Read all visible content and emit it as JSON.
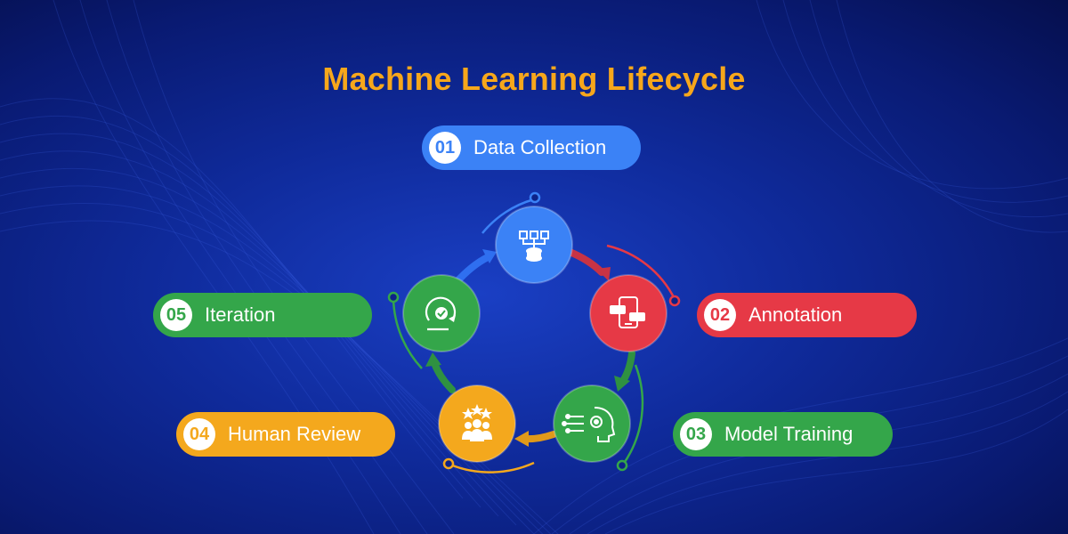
{
  "title": "Machine Learning Lifecycle",
  "colors": {
    "blue": "#3b82f6",
    "red": "#e63946",
    "green": "#34a64a",
    "yellow": "#f4a81d",
    "title": "#f7a71b"
  },
  "stages": [
    {
      "number": "01",
      "label": "Data Collection",
      "icon": "database-icon",
      "color": "#3b82f6"
    },
    {
      "number": "02",
      "label": "Annotation",
      "icon": "mobile-annotation-icon",
      "color": "#e63946"
    },
    {
      "number": "03",
      "label": "Model Training",
      "icon": "ai-brain-gear-icon",
      "color": "#34a64a"
    },
    {
      "number": "04",
      "label": "Human Review",
      "icon": "team-rating-icon",
      "color": "#f4a81d"
    },
    {
      "number": "05",
      "label": "Iteration",
      "icon": "cycle-check-icon",
      "color": "#34a64a"
    }
  ]
}
